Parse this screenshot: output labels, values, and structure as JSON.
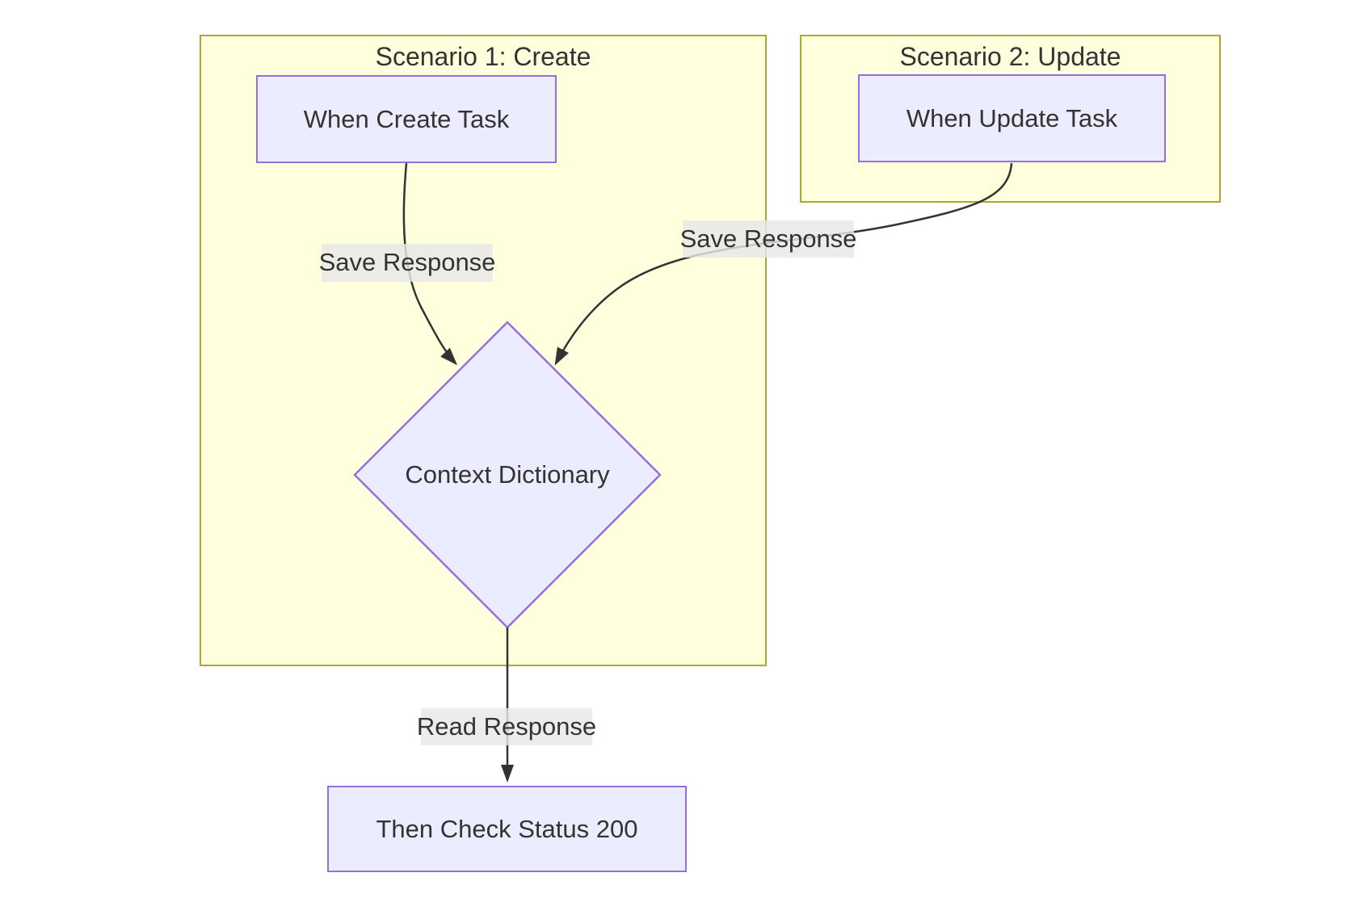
{
  "diagram": {
    "type": "flowchart",
    "clusters": [
      {
        "id": "scenario1",
        "title": "Scenario 1: Create"
      },
      {
        "id": "scenario2",
        "title": "Scenario 2: Update"
      }
    ],
    "nodes": [
      {
        "id": "when-create-task",
        "label": "When Create Task",
        "shape": "rect",
        "cluster": "scenario1"
      },
      {
        "id": "when-update-task",
        "label": "When Update Task",
        "shape": "rect",
        "cluster": "scenario2"
      },
      {
        "id": "context-dictionary",
        "label": "Context Dictionary",
        "shape": "diamond",
        "cluster": "scenario1"
      },
      {
        "id": "then-check-status-200",
        "label": "Then Check Status 200",
        "shape": "rect",
        "cluster": null
      }
    ],
    "edges": [
      {
        "from": "when-create-task",
        "to": "context-dictionary",
        "label": "Save Response"
      },
      {
        "from": "when-update-task",
        "to": "context-dictionary",
        "label": "Save Response"
      },
      {
        "from": "context-dictionary",
        "to": "then-check-status-200",
        "label": "Read Response"
      }
    ],
    "colors": {
      "node_fill": "#ECECFF",
      "node_border": "#9370DB",
      "cluster_fill": "#FFFFDE",
      "cluster_border": "#AAAA33",
      "edge_line": "#333333",
      "edge_label_bg": "#E8E8E8",
      "text": "#333333"
    }
  }
}
